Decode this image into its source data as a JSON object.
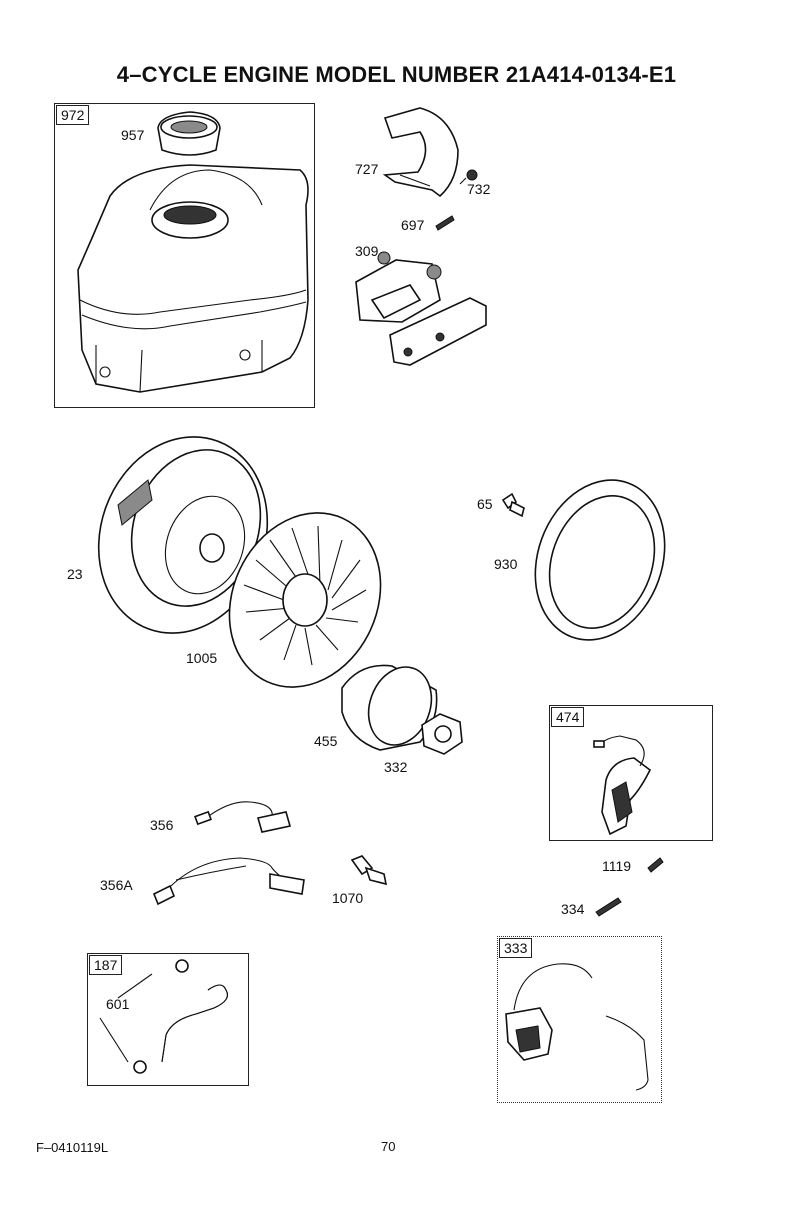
{
  "page": {
    "title": "4–CYCLE ENGINE MODEL NUMBER 21A414-0134-E1",
    "footer_code": "F–0410119L",
    "page_number": "70"
  },
  "boxes": {
    "fuel_tank": "972",
    "ignition_assembly": "474",
    "fuel_line_kit": "187",
    "ground_wire_kit": "333"
  },
  "callouts": {
    "fuel_cap": "957",
    "shield": "727",
    "shield_screw": "732",
    "screw_697": "697",
    "solenoid": "309",
    "flywheel": "23",
    "fan": "1005",
    "cup": "455",
    "nut": "332",
    "bolt_65": "65",
    "screen": "930",
    "wire_356": "356",
    "wire_356a": "356A",
    "bolt_1070": "1070",
    "screw_1119": "1119",
    "screw_334": "334",
    "fuel_line": "601"
  }
}
